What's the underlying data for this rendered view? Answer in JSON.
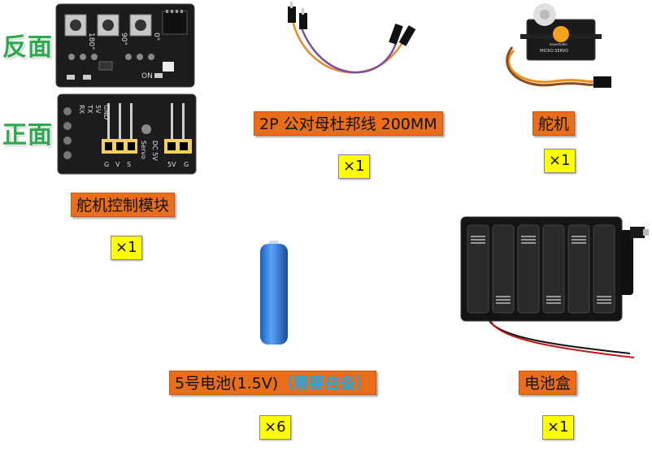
{
  "side_labels": {
    "back": "反面",
    "front": "正面"
  },
  "board_back": {
    "pots": [
      "180°",
      "90°",
      "0°"
    ],
    "on_label": "ON"
  },
  "board_front": {
    "pins_left": [
      "RX",
      "TX",
      "5V",
      "GND"
    ],
    "header_left": [
      "G",
      "V",
      "S"
    ],
    "servo_label": "Servo",
    "dc_label": "DC 5V",
    "header_right": [
      "5V",
      "G"
    ]
  },
  "servo": {
    "label": "MICRO SERVO",
    "brand": "keyestudio"
  },
  "items": {
    "servo_board": {
      "name": "舵机控制模块",
      "qty": "×1"
    },
    "jumper": {
      "name": "2P 公对母杜邦线 200MM",
      "qty": "×1"
    },
    "servo": {
      "name": "舵机",
      "qty": "×1"
    },
    "battery": {
      "name": "5号电池(1.5V)",
      "extra": "（需要自备）",
      "qty": "×6"
    },
    "battery_box": {
      "name": "电池盒",
      "qty": "×1"
    }
  }
}
